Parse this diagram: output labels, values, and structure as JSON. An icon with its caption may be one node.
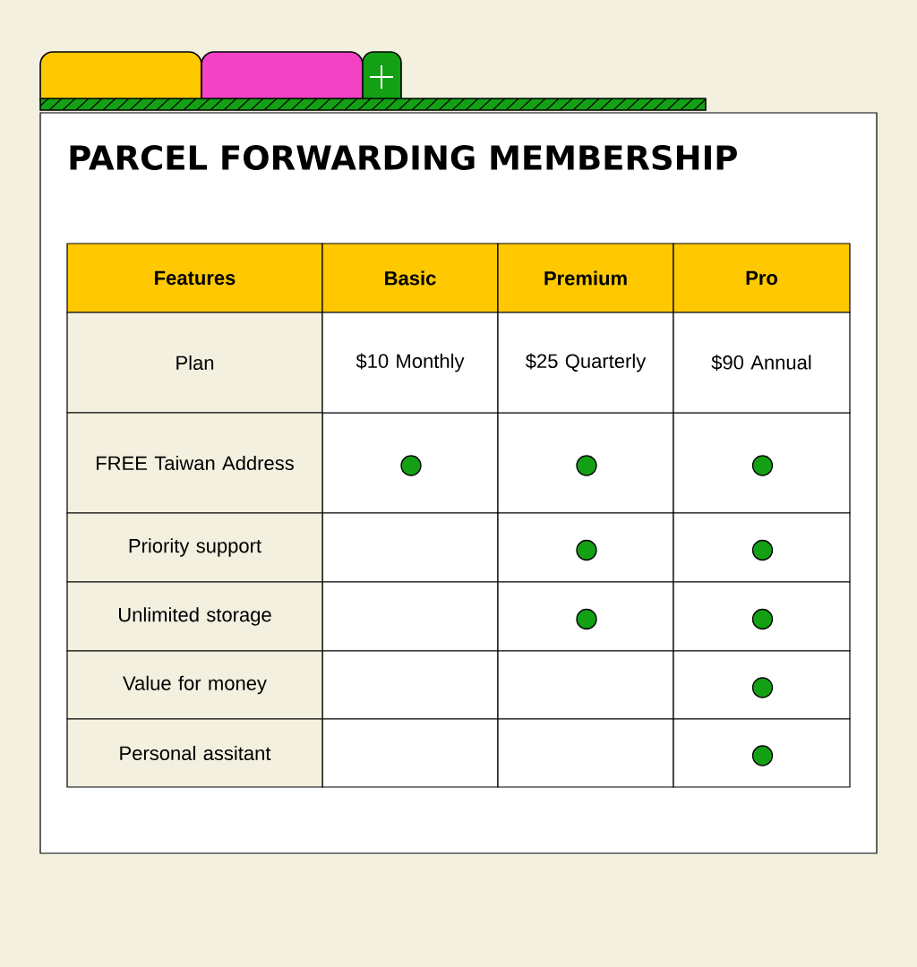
{
  "diagram": {
    "title": "PARCEL FORWARDING MEMBERSHIP",
    "nodes": [
      {
        "text": [],
        "shape": "circle"
      },
      {
        "text": [],
        "shape": "circle"
      },
      {
        "text": [],
        "shape": "circle"
      },
      {
        "text": [],
        "shape": "circle"
      },
      {
        "text": [],
        "shape": "circle"
      },
      {
        "text": [],
        "shape": "circle"
      },
      {
        "text": [],
        "shape": "circle"
      },
      {
        "text": [],
        "shape": "circle"
      },
      {
        "text": [],
        "shape": "circle"
      }
    ],
    "labels": [
      "Features",
      "Basic",
      "Premium",
      "Pro",
      "Plan",
      "$10 Monthly",
      "$25 Quarterly",
      "$90 Annual",
      "FREE Taiwan Address",
      "Priority support",
      "Unlimited storage",
      "Value for money",
      "Personal assitant"
    ]
  }
}
